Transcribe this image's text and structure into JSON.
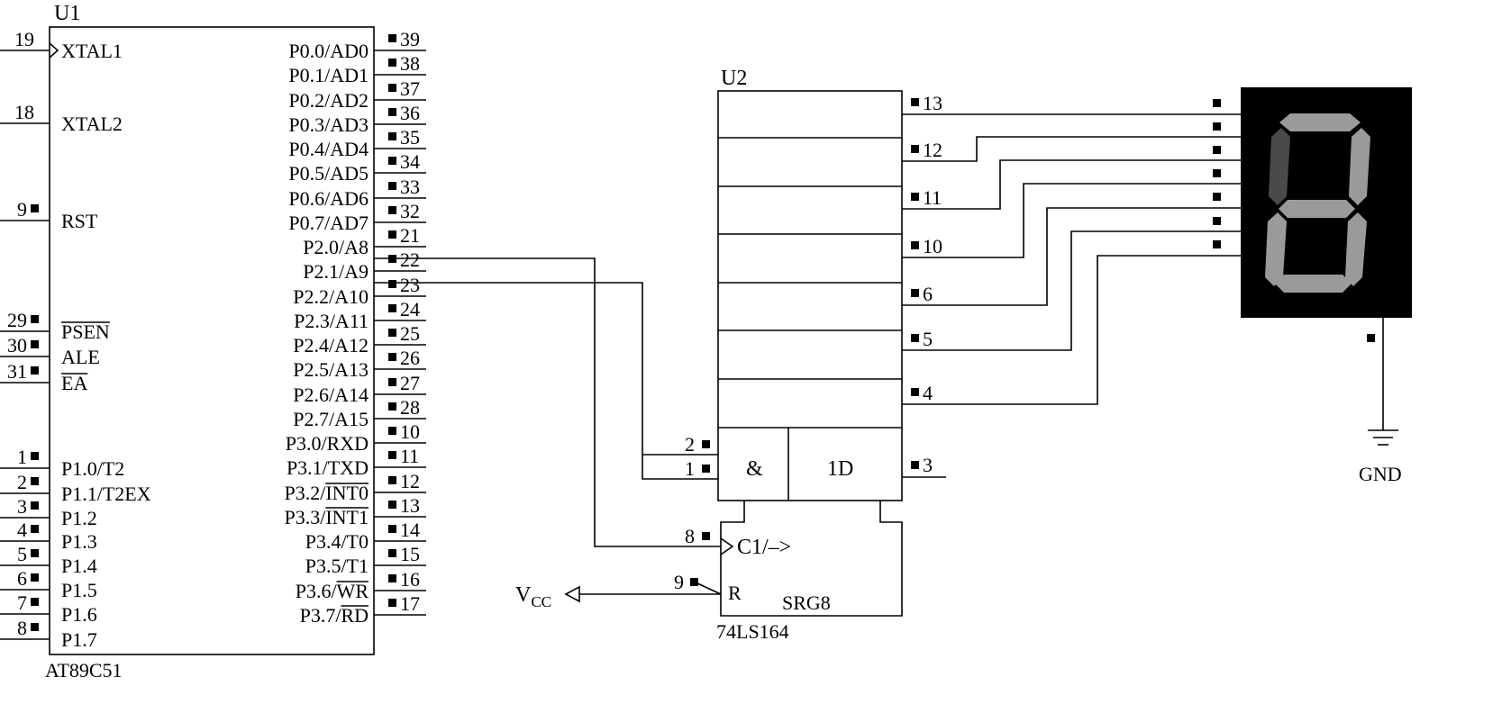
{
  "u1": {
    "ref": "U1",
    "part": "AT89C51",
    "left_pins": [
      {
        "num": "19",
        "label": "XTAL1",
        "clock": true
      },
      {
        "num": "18",
        "label": "XTAL2"
      },
      {
        "num": "9",
        "label": "RST",
        "sq": true
      },
      {
        "num": "29",
        "label": "PSEN",
        "sq": true,
        "overbar": true
      },
      {
        "num": "30",
        "label": "ALE",
        "sq": true
      },
      {
        "num": "31",
        "label": "EA",
        "sq": true,
        "overbar": true
      },
      {
        "num": "1",
        "label": "P1.0/T2",
        "sq": true
      },
      {
        "num": "2",
        "label": "P1.1/T2EX",
        "sq": true
      },
      {
        "num": "3",
        "label": "P1.2",
        "sq": true
      },
      {
        "num": "4",
        "label": "P1.3",
        "sq": true
      },
      {
        "num": "5",
        "label": "P1.4",
        "sq": true
      },
      {
        "num": "6",
        "label": "P1.5",
        "sq": true
      },
      {
        "num": "7",
        "label": "P1.6",
        "sq": true
      },
      {
        "num": "8",
        "label": "P1.7",
        "sq": true
      }
    ],
    "right_pins": [
      {
        "num": "39",
        "label": "P0.0/AD0"
      },
      {
        "num": "38",
        "label": "P0.1/AD1"
      },
      {
        "num": "37",
        "label": "P0.2/AD2"
      },
      {
        "num": "36",
        "label": "P0.3/AD3"
      },
      {
        "num": "35",
        "label": "P0.4/AD4"
      },
      {
        "num": "34",
        "label": "P0.5/AD5"
      },
      {
        "num": "33",
        "label": "P0.6/AD6"
      },
      {
        "num": "32",
        "label": "P0.7/AD7"
      },
      {
        "num": "21",
        "label": "P2.0/A8"
      },
      {
        "num": "22",
        "label": "P2.1/A9"
      },
      {
        "num": "23",
        "label": "P2.2/A10"
      },
      {
        "num": "24",
        "label": "P2.3/A11"
      },
      {
        "num": "25",
        "label": "P2.4/A12"
      },
      {
        "num": "26",
        "label": "P2.5/A13"
      },
      {
        "num": "27",
        "label": "P2.6/A14"
      },
      {
        "num": "28",
        "label": "P2.7/A15"
      },
      {
        "num": "10",
        "label": "P3.0/RXD"
      },
      {
        "num": "11",
        "label": "P3.1/TXD"
      },
      {
        "num": "12",
        "label": "P3.2/INT0",
        "overbar": "INT0"
      },
      {
        "num": "13",
        "label": "P3.3/INT1",
        "overbar": "INT1"
      },
      {
        "num": "14",
        "label": "P3.4/T0"
      },
      {
        "num": "15",
        "label": "P3.5/T1"
      },
      {
        "num": "16",
        "label": "P3.6/WR",
        "overbar": "WR"
      },
      {
        "num": "17",
        "label": "P3.7/RD",
        "overbar": "RD"
      }
    ]
  },
  "u2": {
    "ref": "U2",
    "part": "74LS164",
    "output_pins": [
      "13",
      "12",
      "11",
      "10",
      "6",
      "5",
      "4"
    ],
    "and_label": "&",
    "d_label": "1D",
    "input_a": "2",
    "input_b": "1",
    "q_pin": "3",
    "clock_pin": "8",
    "clock_label": "C1/–>",
    "reset_pin": "9",
    "reset_label": "R",
    "srg_label": "SRG8"
  },
  "vcc": {
    "main": "V",
    "sub": "CC"
  },
  "gnd_label": "GND",
  "display": {
    "digit": "7-segment",
    "segments_on": [
      "a",
      "b",
      "c",
      "d",
      "e",
      "g"
    ],
    "segments_off": [
      "f"
    ]
  }
}
